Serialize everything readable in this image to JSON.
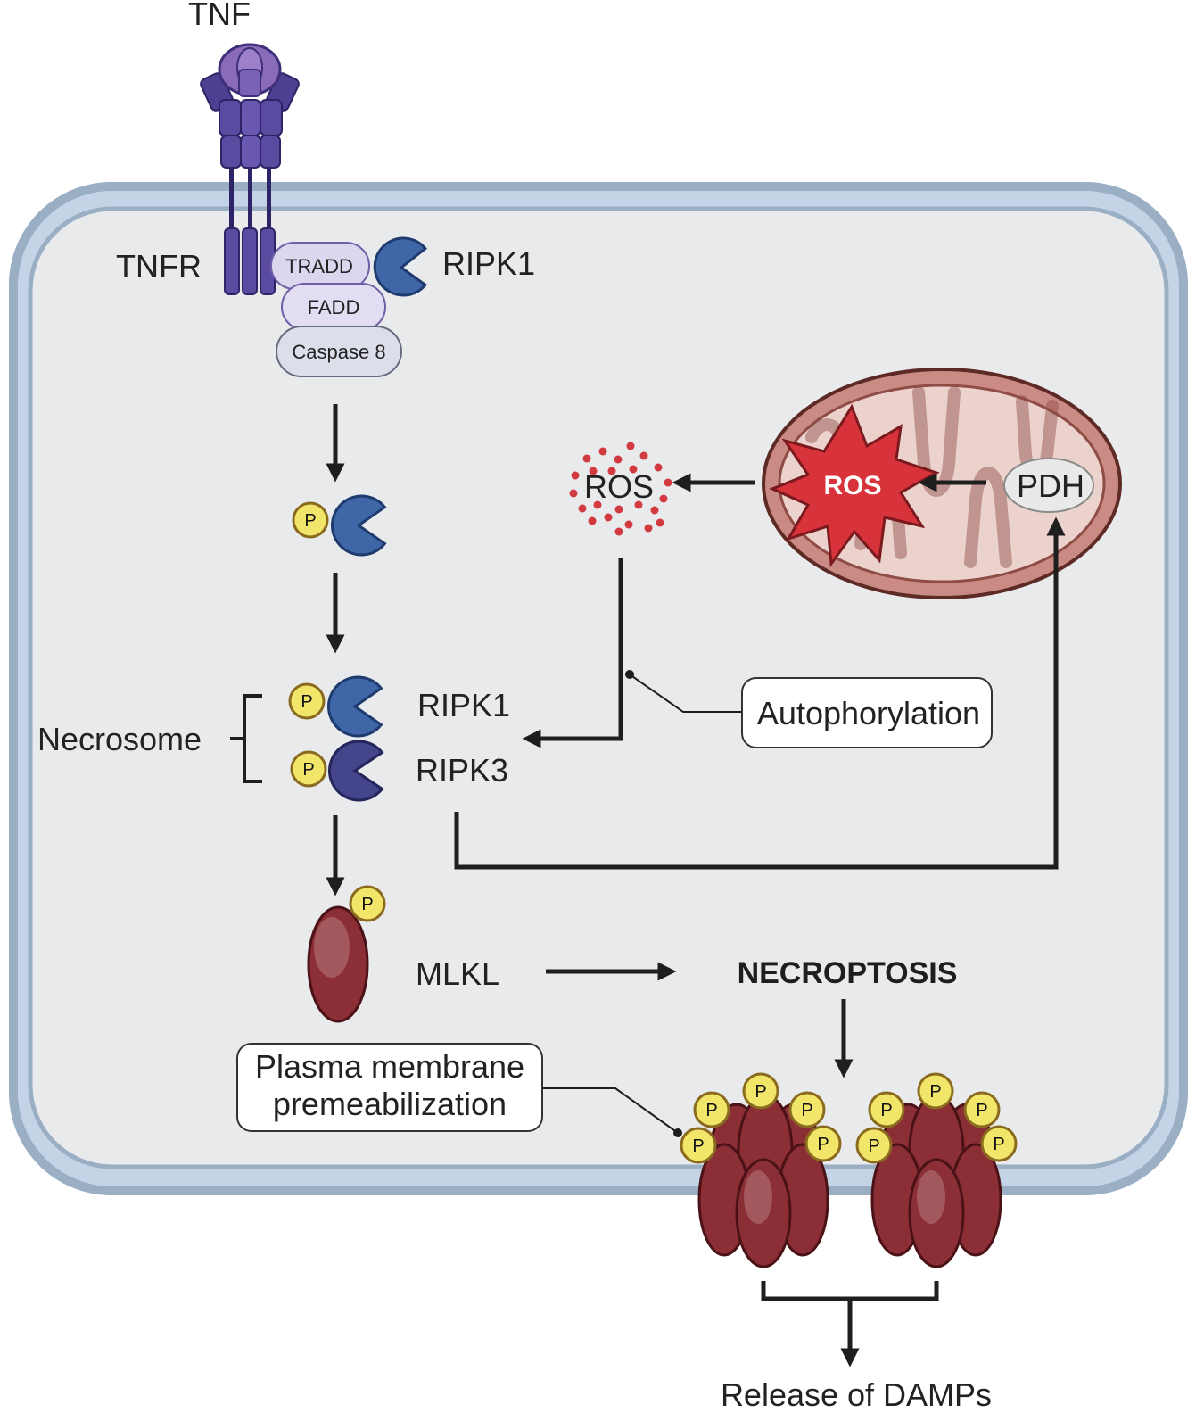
{
  "labels": {
    "tnf": "TNF",
    "tnfr": "TNFR",
    "tradd": "TRADD",
    "fadd": "FADD",
    "caspase8": "Caspase 8",
    "ripk1_top": "RIPK1",
    "ripk1": "RIPK1",
    "ripk3": "RIPK3",
    "necrosome": "Necrosome",
    "ros_cloud": "ROS",
    "ros_burst": "ROS",
    "pdh": "PDH",
    "autophorylation": "Autophorylation",
    "mlkl": "MLKL",
    "necroptosis": "NECROPTOSIS",
    "plasma_line1": "Plasma membrane",
    "plasma_line2": "premeabilization",
    "release": "Release of DAMPs",
    "phospho": "P"
  },
  "colors": {
    "membrane_outer": "#9aaec4",
    "membrane_inner": "#c4d4e6",
    "cytoplasm": "#e9eaec",
    "tnf_purple": "#7a5aa8",
    "receptor": "#4a3e8e",
    "ripk1": "#3f67a8",
    "ripk3": "#44458a",
    "mito": "#c98b83",
    "mito_inner": "#ecd2cd",
    "ros_red": "#d23a3f",
    "mlkl": "#8c2e35",
    "phospho_yellow": "#f2e66a",
    "arrow": "#1e1e1e"
  }
}
